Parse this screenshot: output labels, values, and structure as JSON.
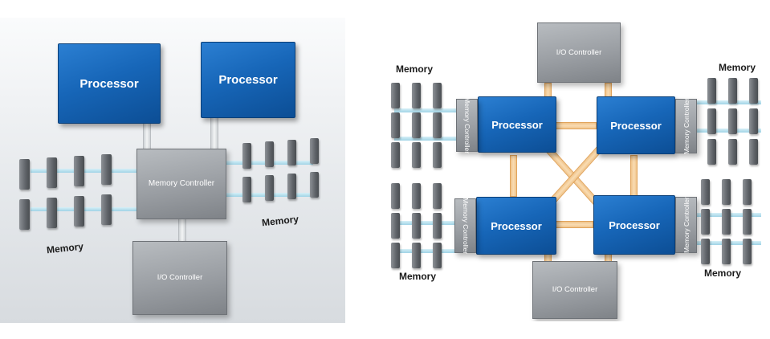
{
  "left_diagram": {
    "processors": [
      "Processor",
      "Processor"
    ],
    "memory_controller": "Memory Controller",
    "io_controller": "I/O Controller",
    "memory_labels": [
      "Memory",
      "Memory"
    ]
  },
  "right_diagram": {
    "io_controller_top": "I/O Controller",
    "io_controller_bottom": "I/O Controller",
    "processors": [
      "Processor",
      "Processor",
      "Processor",
      "Processor"
    ],
    "memory_controllers": [
      "Memory Controller",
      "Memory Controller",
      "Memory Controller",
      "Memory Controller"
    ],
    "memory_labels": [
      "Memory",
      "Memory",
      "Memory",
      "Memory"
    ]
  },
  "colors": {
    "processor": "#1766b8",
    "controller": "#9a9ea3",
    "interconnect": "#f0c48a"
  }
}
